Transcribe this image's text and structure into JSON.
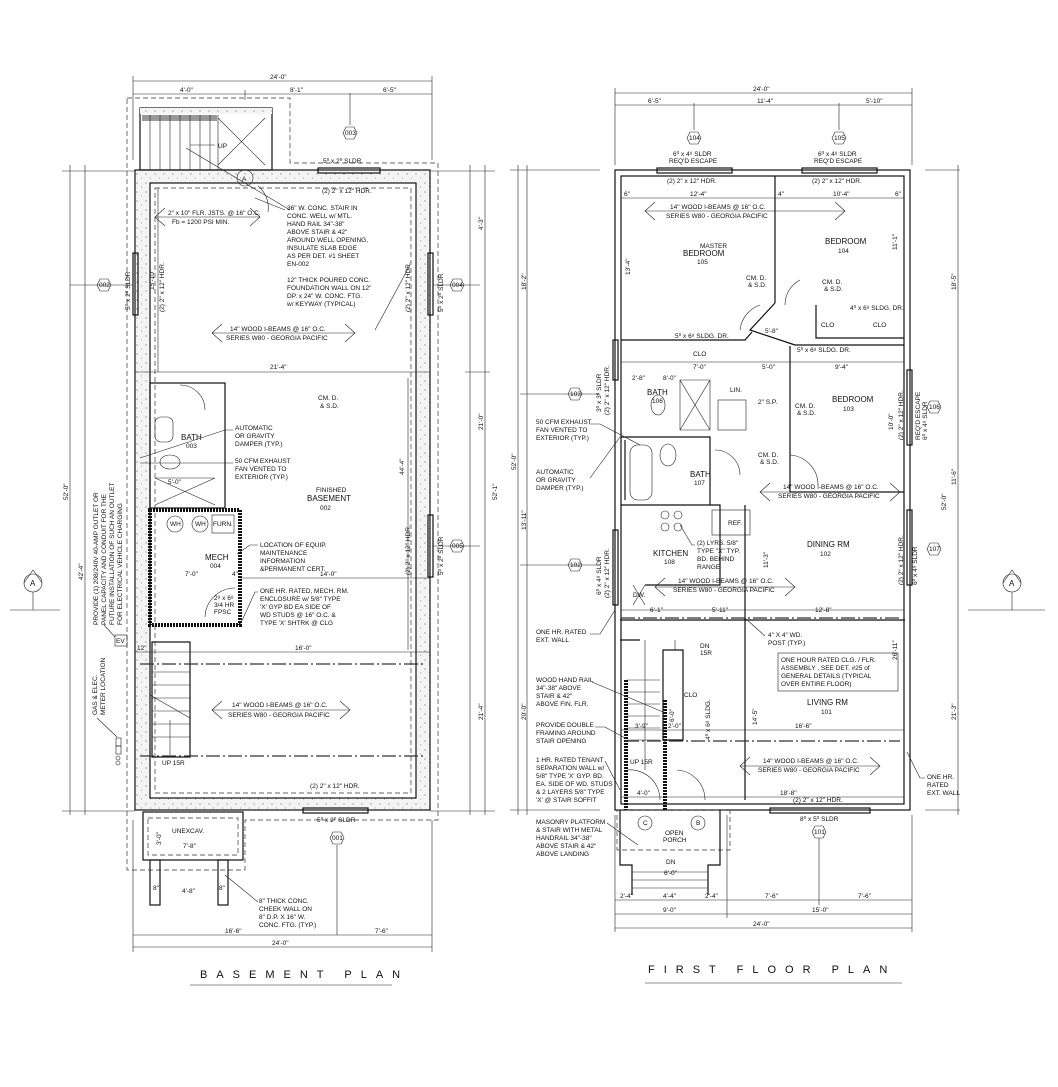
{
  "titles": {
    "basement": "BASEMENT PLAN",
    "first_floor": "FIRST FLOOR PLAN"
  },
  "section_marker": {
    "left": "A",
    "right": "A"
  },
  "basement": {
    "dims": {
      "overall_top": "24'-0\"",
      "top_a": "4'-0\"",
      "top_b": "8'-1\"",
      "top_c": "6'-5\"",
      "left_overall": "52'-0\"",
      "left_b": "42'-4\"",
      "right_a": "4'-3\"",
      "right_b": "21'-0\"",
      "right_overall": "52'-1\"",
      "right_c": "21'-4\"",
      "width_21_4": "21'-4\"",
      "d7_0": "7'-0\"",
      "d14_0": "14'-0\"",
      "d16_0": "16'-0\"",
      "d5_0": "5'-0\"",
      "d12a": "12\"",
      "d4a": "4\"",
      "d15_10": "15'-10\"",
      "d44_4": "44'-4\"",
      "unexcav_w": "7'-8\"",
      "unexcav_h": "3'-0\"",
      "cheek_w": "4'-8\"",
      "cheek_a": "8\"",
      "cheek_b": "8\"",
      "bottom_a": "16'-6\"",
      "bottom_b": "7'-6\"",
      "bottom_overall": "24'-0\""
    },
    "windows": {
      "top": "5⁰ x 2⁰ SLDR",
      "left": "5⁰ x 2⁰ SLDR",
      "right_top": "5⁰ x 2⁰ SLDR",
      "right_mid": "5⁰ x 2⁰ SLDR",
      "bottom": "5⁰ x 2⁰ SLDR"
    },
    "headers": {
      "top": "(2) 2\" x 12\" HDR.",
      "left": "(2) 2\" x 12\" HDR.",
      "right_top": "(2) 2\" x 12\" HDR.",
      "right_mid": "(2) 2\" x 12\" HDR.",
      "bottom": "(2) 2\" x 12\" HDR."
    },
    "tags": {
      "t003": "003",
      "t002": "002",
      "t004": "004",
      "t005": "005",
      "t001": "001",
      "stair": "A"
    },
    "rooms": {
      "bath_name": "BATH",
      "bath_no": "003",
      "basement_a": "FINISHED",
      "basement_b": "BASEMENT",
      "basement_no": "002",
      "mech_name": "MECH",
      "mech_no": "004",
      "unexcav": "UNEXCAV.",
      "wh1": "WH",
      "wh2": "WH",
      "furn": "FURN.",
      "ev": "EV",
      "up": "UP",
      "up15": "UP 15R",
      "smoke": [
        "CM. D.",
        "& S.D."
      ],
      "door": [
        "2⁸ x 6⁸",
        "3/4 HR",
        "FPSC"
      ]
    },
    "joists": [
      "2\" x 10\" FLR. JSTS. @ 16\" O.C.",
      "Fb = 1200 PSI MIN."
    ],
    "beams": [
      "14\" WOOD I-BEAMS @ 16\" O.C.",
      "SERIES W80 - GEORGIA PACIFIC"
    ],
    "notes": {
      "stair": [
        "36\" W. CONC. STAIR IN",
        "CONC. WELL w/ MTL.",
        "HAND RAIL 34\"-38\"",
        "ABOVE STAIR & 42\"",
        "AROUND WELL OPENING,",
        "INSULATE SLAB EDGE",
        "AS PER DET. #1 SHEET",
        "EN-002"
      ],
      "foundation": [
        "12\" THICK POURED CONC.",
        "FOUNDATION WALL ON 12\"",
        "DP. x 24\" W. CONC. FTG.",
        "w/ KEYWAY (TYPICAL)"
      ],
      "damper": [
        "AUTOMATIC",
        "OR GRAVITY",
        "DAMPER (TYP.)"
      ],
      "fan": [
        "50 CFM EXHAUST",
        "FAN VENTED TO",
        "EXTERIOR (TYP.)"
      ],
      "equip": [
        "LOCATION OF EQUIP.",
        "MAINTENANCE",
        "INFORMATION",
        "&PERMANENT CERT."
      ],
      "mech_encl": [
        "ONE HR. RATED, MECH. RM.",
        "ENCLOSURE w/ 5/8\" TYPE",
        "'X' GYP BD EA SIDE OF",
        "WD STUDS @ 16\" O.C. &",
        "TYPE 'X' SHTRK @ CLG"
      ],
      "ev": [
        "PROVIDE (1) 208/240V 40-AMP OUTLET OR",
        "PANEL CAPACITY AND CONDUIT FOR THE",
        "FUTURE INSTALLATION OF SUCH AN OUTLET",
        "FOR ELECTRICAL VEHICLE CHARGING"
      ],
      "meter": [
        "GAS & ELEC.",
        "METER LOCATION"
      ],
      "cheek": [
        "8\" THICK CONC.",
        "CHEEK WALL ON",
        "8\" D.P. X 16\" W.",
        "CONC. FTG. (TYP.)"
      ]
    }
  },
  "first_floor": {
    "dims": {
      "overall_top": "24'-0\"",
      "top_a": "6'-5\"",
      "top_b": "11'-4\"",
      "top_c": "5'-10\"",
      "left_overall": "52'-0\"",
      "left_a": "18'-2\"",
      "left_b": "13'-11\"",
      "left_c": "20'-0\"",
      "right_a": "18'-5\"",
      "right_b": "11'-6\"",
      "right_c": "21'-3\"",
      "d12_4": "12'-4\"",
      "d10_4": "10'-4\"",
      "d6a": "6\"",
      "d4b": "4\"",
      "d6b": "6\"",
      "d13_4": "13'-4\"",
      "d11_1": "11'-1\"",
      "d9_4": "9'-4\"",
      "d5_0": "5'-0\"",
      "d7_0": "7'-0\"",
      "d8_0": "8'-0\"",
      "d2_8": "2'-8\"",
      "d5_8": "5'-8\"",
      "d6_1": "6'-1\"",
      "d5_11": "5'-11\"",
      "d12_8": "12'-8\"",
      "d16_6": "16'-6\"",
      "d18_8": "18'-8\"",
      "d4_0": "4'-0\"",
      "d3_9": "3'-9\"",
      "d2_0": "2'-0\"",
      "d6_0": "6'-0\"",
      "d10_0": "10'-0\"",
      "d26_11": "26'-11\"",
      "d14_5": "14'-5\"",
      "d11_3": "11'-3\"",
      "porch_w": "6'-0\"",
      "bot_a": "2'-4\"",
      "bot_b": "4'-4\"",
      "bot_c": "2'-4\"",
      "bot_d": "7'-6\"",
      "bot_e": "7'-6\"",
      "bot_f": "9'-0\"",
      "bot_g": "15'-0\"",
      "bottom_overall": "24'-0\""
    },
    "windows": {
      "w104": [
        "6⁰ x 4⁸ SLDR",
        "REQ'D ESCAPE"
      ],
      "w105": [
        "6⁰ x 4⁸ SLDR",
        "REQ'D ESCAPE"
      ],
      "w103": "3⁰ x 3⁰ SLDR",
      "w106": [
        "REQ'D ESCAPE",
        "6⁰ x 4⁸ SLDR"
      ],
      "w102": "6⁰ x 4⁸ SLDR",
      "w107": "6⁰ x 4⁸ SLDR",
      "w101": "8⁰ x 5⁰ SLDR"
    },
    "headers": {
      "top_left": "(2) 2\" x 12\" HDR.",
      "top_right": "(2) 2\" x 12\" HDR.",
      "bottom": "(2) 2\" x 12\" HDR.",
      "left_a": "(2) 2\" x 12\" HDR.",
      "left_b": "(2) 2\" x 12\" HDR.",
      "right_a": "(2) 2\" x 12\" HDR.",
      "right_b": "(2) 2\" x 12\" HDR."
    },
    "tags": {
      "t104": "104",
      "t105": "105",
      "t103": "103",
      "t106": "106",
      "t102": "102",
      "t107": "107",
      "t101": "101",
      "door_c": "C",
      "door_b": "B"
    },
    "rooms": {
      "master_a": "MASTER",
      "master_b": "BEDROOM",
      "master_no": "105",
      "bed104": "BEDROOM",
      "bed104_no": "104",
      "bed103": "BEDROOM",
      "bed103_no": "103",
      "bath_a": "BATH",
      "bath_a_no": "106",
      "bath_b": "BATH",
      "bath_b_no": "107",
      "kitchen": "KITCHEN",
      "kitchen_no": "108",
      "dining": "DINING RM",
      "dining_no": "102",
      "living": "LIVING RM",
      "living_no": "101",
      "porch": [
        "OPEN",
        "PORCH"
      ],
      "clo1": "CLO",
      "clo2": "CLO",
      "clo3": "CLO",
      "clo4": "CLO",
      "lin": "LIN.",
      "ref": "REF.",
      "dw": "DW.",
      "dn15": [
        "DN",
        "15R"
      ],
      "up15": "UP 15R",
      "dn": "DN",
      "smoke": [
        "CM. D.",
        "& S.D."
      ],
      "sliding1": "5⁰ x 6⁸ SLDG. DR.",
      "sliding2": "4⁰ x 6⁸ SLDG. DR.",
      "sliding3": "5⁰ x 6⁸ SLDG. DR.",
      "sliding4": "4⁰ x 6⁸ SLDG.",
      "sp": "2\" S.P."
    },
    "beams": [
      "14\" WOOD I-BEAMS @ 16\" O.C.",
      "SERIES W80 - GEORGIA PACIFIC"
    ],
    "notes": {
      "fan": [
        "50 CFM EXHAUST",
        "FAN VENTED TO",
        "EXTERIOR (TYP.)"
      ],
      "damper": [
        "AUTOMATIC",
        "OR GRAVITY",
        "DAMPER (TYP.)"
      ],
      "range": [
        "(2) LYRS. 5/8\"",
        "TYPE \"X\" TYP.",
        "BD. BEHIND",
        "RANGE"
      ],
      "ext_wall": [
        "ONE HR. RATED",
        "EXT. WALL"
      ],
      "post": [
        "4\" X 4\" WD.",
        "POST (TYP.)"
      ],
      "clg": [
        "ONE HOUR RATED CLG. / FLR.",
        "ASSEMBLY , SEE DET. #25 of",
        "GENERAL DETAILS (TYPICAL",
        "OVER ENTIRE FLOOR)"
      ],
      "handrail": [
        "WOOD HAND RAIL",
        "34\"-38\" ABOVE",
        "STAIR & 42\"",
        "ABOVE FIN. FLR."
      ],
      "double": [
        "PROVIDE DOUBLE",
        "FRAMING AROUND",
        "STAIR OPENING"
      ],
      "tenant": [
        "1 HR. RATED TENANT",
        "SEPARATION WALL w/",
        "5/8\" TYPE 'X' GYP. BD.",
        "EA. SIDE OF WD. STUDS",
        "& 2 LAYERS 5/8\" TYPE",
        "'X' @ STAIR SOFFIT"
      ],
      "masonry": [
        "MASONRY PLATFORM",
        "& STAIR WITH METAL",
        "HANDRAIL 34\"-38\"",
        "ABOVE STAIR & 42\"",
        "ABOVE LANDING"
      ],
      "ext_wall_r": [
        "ONE HR.",
        "RATED",
        "EXT. WALL"
      ]
    }
  }
}
